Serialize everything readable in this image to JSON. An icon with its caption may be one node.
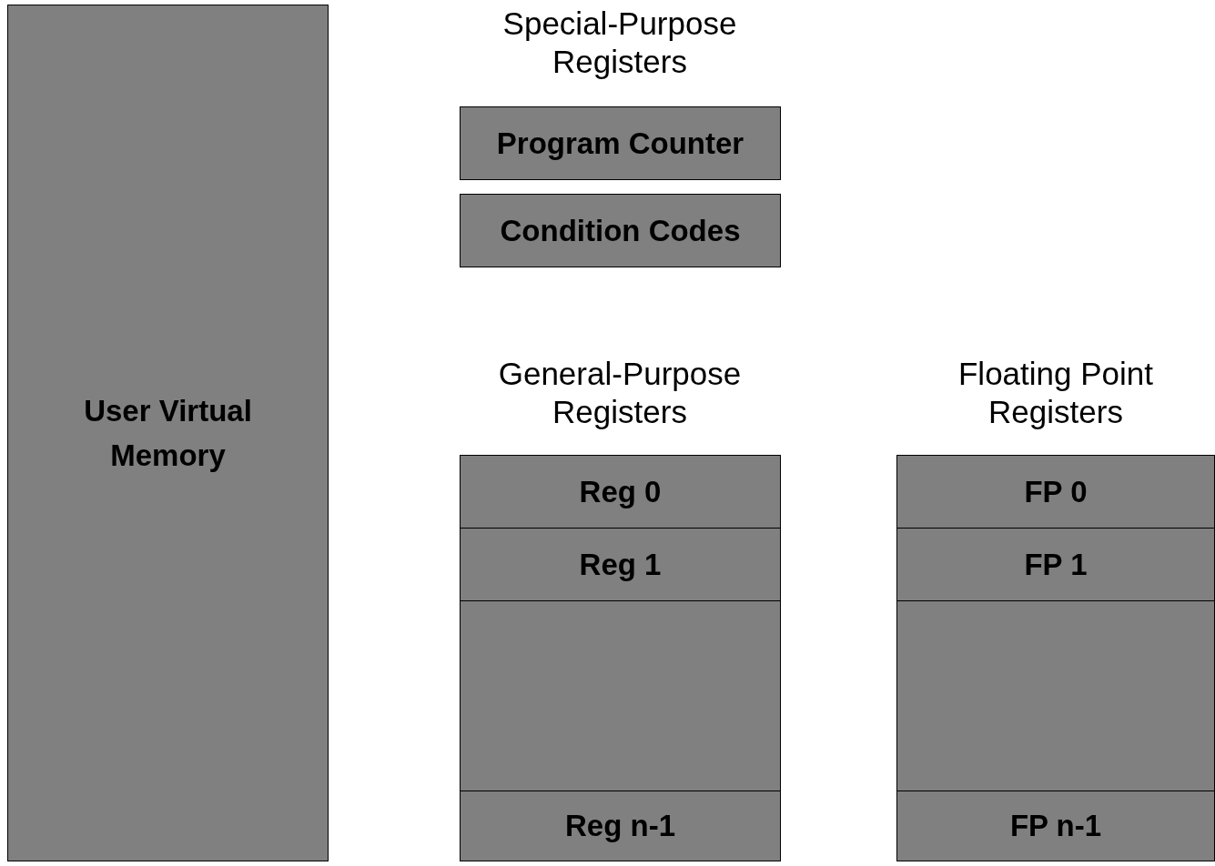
{
  "diagram": {
    "nodes": [
      {
        "text": [
          "User Virtual Memory"
        ]
      },
      {
        "text": [
          "Program Counter"
        ]
      },
      {
        "text": [
          "Condition Codes"
        ]
      },
      {
        "text": [
          "Reg 0"
        ]
      },
      {
        "text": [
          "Reg 1"
        ]
      },
      {
        "text": [],
        "shape": "box"
      },
      {
        "text": [
          "Reg n-1"
        ]
      },
      {
        "text": [
          "FP 0"
        ]
      },
      {
        "text": [
          "FP 1"
        ]
      },
      {
        "text": [],
        "shape": "box"
      },
      {
        "text": [
          "FP n-1"
        ]
      }
    ],
    "labels": [
      "Special-Purpose Registers",
      "General-Purpose Registers",
      "Floating Point Registers"
    ]
  }
}
